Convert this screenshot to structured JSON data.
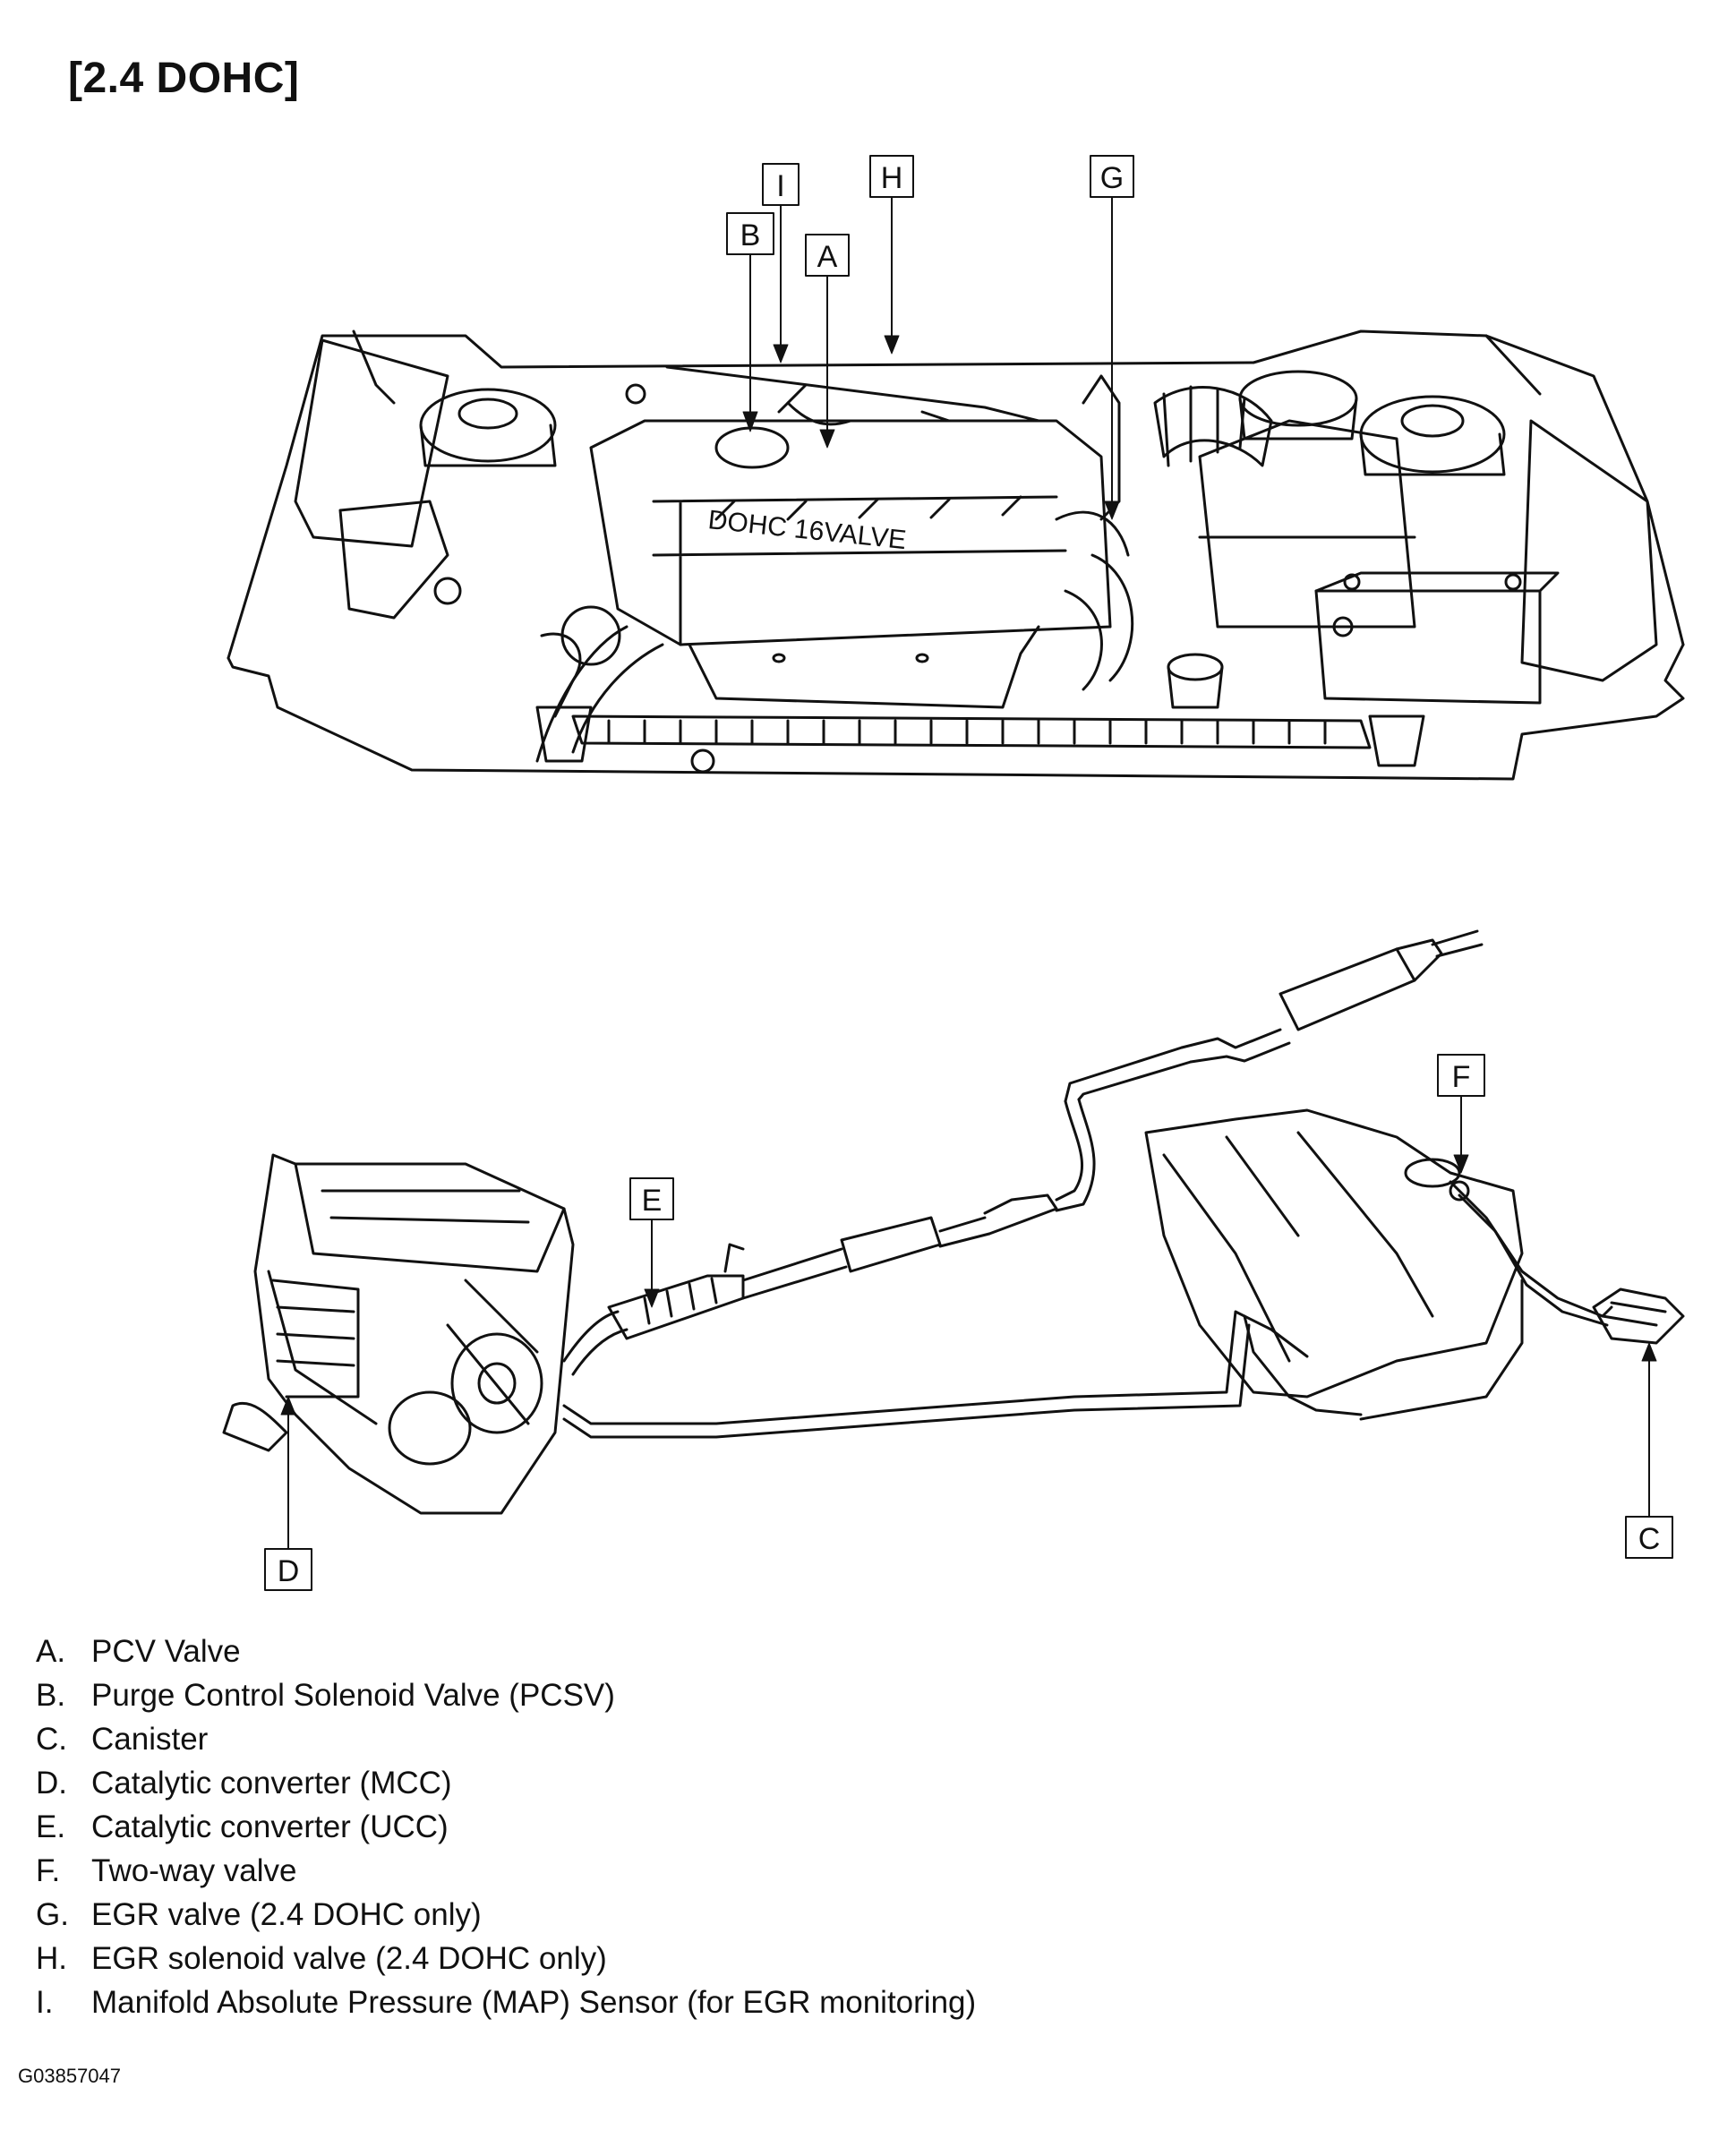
{
  "heading": "[2.4 DOHC]",
  "callouts": {
    "I": "I",
    "B": "B",
    "A": "A",
    "H": "H",
    "G": "G",
    "F": "F",
    "E": "E",
    "D": "D",
    "C": "C"
  },
  "engine_mark": "DOHC 16VALVE",
  "legend": [
    {
      "letter": "A.",
      "text": "PCV Valve"
    },
    {
      "letter": "B.",
      "text": "Purge Control Solenoid Valve (PCSV)"
    },
    {
      "letter": "C.",
      "text": "Canister"
    },
    {
      "letter": "D.",
      "text": "Catalytic converter (MCC)"
    },
    {
      "letter": "E.",
      "text": "Catalytic converter (UCC)"
    },
    {
      "letter": "F.",
      "text": "Two-way valve"
    },
    {
      "letter": "G.",
      "text": "EGR valve (2.4 DOHC only)"
    },
    {
      "letter": "H.",
      "text": "EGR solenoid valve (2.4 DOHC only)"
    },
    {
      "letter": "I.",
      "text": "Manifold Absolute Pressure (MAP) Sensor (for EGR monitoring)"
    }
  ],
  "figure_id": "G03857047"
}
